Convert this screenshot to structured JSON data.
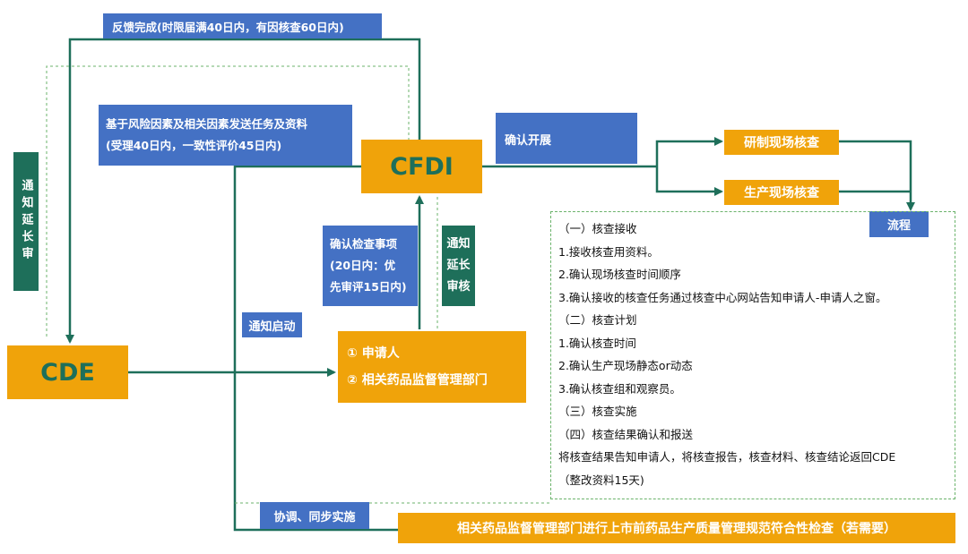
{
  "labels": {
    "feedback": "反馈完成(时限届满40日内，有因核查60日内)",
    "send_task_line1": "基于风险因素及相关因素发送任务及资料",
    "send_task_line2": "(受理40日内，一致性评价45日内)",
    "cfdi": "CFDI",
    "cde": "CDE",
    "confirm_start": "确认开展",
    "dev_inspection": "研制现场核查",
    "prod_inspection": "生产现场核查",
    "process": "流程",
    "notify_extend_left": "通知延长审",
    "confirm_items_line1": "确认检查事项",
    "confirm_items_line2": "(20日内：优",
    "confirm_items_line3": "先审评15日内)",
    "notify_extend_mid_line1": "通知",
    "notify_extend_mid_line2": "延长",
    "notify_extend_mid_line3": "审核",
    "notify_start": "通知启动",
    "applicant": "① 申请人",
    "dept": "② 相关药品监督管理部门",
    "coordinate": "协调、同步实施",
    "gmp_check": "相关药品监督管理部门进行上市前药品生产质量管理规范符合性检查（若需要）"
  },
  "info_lines": [
    "（一）核查接收",
    "1.接收核查用资料。",
    "2.确认现场核查时间顺序",
    "3.确认接收的核查任务通过核查中心网站告知申请人-申请人之窗。",
    "（二）核查计划",
    "1.确认核查时间",
    "2.确认生产现场静态or动态",
    "3.确认核查组和观察员。",
    "（三）核查实施",
    "（四）核查结果确认和报送",
    "将核查结果告知申请人，将核查报告，核查材料、核查结论返回CDE",
    "（整改资料15天)"
  ],
  "colors": {
    "blue": "#4471c4",
    "orange": "#f0a30a",
    "teal": "#1e6f5a",
    "dashed": "#6bb36b"
  }
}
